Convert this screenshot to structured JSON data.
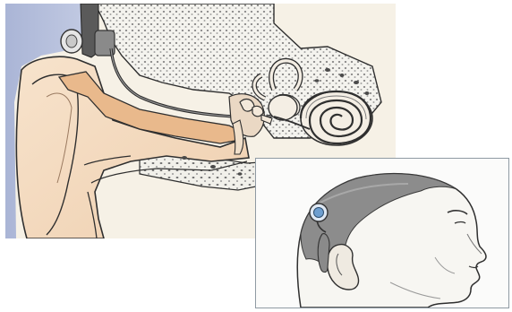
{
  "figure": {
    "panels": [
      {
        "kind": "cross-section-illustration",
        "subject": "ear-with-cochlear-implant"
      },
      {
        "kind": "inset-illustration",
        "subject": "head-with-external-processor"
      }
    ]
  },
  "colors": {
    "background_blue": "#b4bedb",
    "paper": "#f6f1e6",
    "flesh": "#f2d9bf",
    "flesh_deep": "#e8b98e",
    "bone_fill": "#f4f3ee",
    "bone_stipple": "#7a7a7a",
    "line": "#2f2f2f",
    "device_gray": "#6e6e6e",
    "coil_blue": "#6e9fd0",
    "hair": "#8c8c8c"
  },
  "icons": [
    "ear-canal",
    "cochlea-spiral",
    "ossicles",
    "implant-electrode",
    "external-transmitter-coil"
  ]
}
